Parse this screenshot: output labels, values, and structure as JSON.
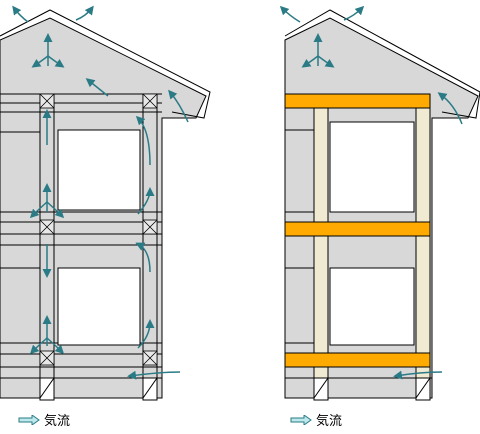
{
  "panels": [
    {
      "id": "left",
      "legend": {
        "label": "気流",
        "icon": "airflow-arrow-icon"
      }
    },
    {
      "id": "right",
      "legend": {
        "label": "気流",
        "icon": "airflow-arrow-icon"
      }
    }
  ],
  "colors": {
    "wall": "#d8d8d8",
    "outline": "#000000",
    "window": "#ffffff",
    "stud_light": "#f1ead2",
    "beam_orange": "#ffaa00",
    "arrow_fill": "#bfe8ec",
    "arrow_stroke": "#2a7b86"
  }
}
